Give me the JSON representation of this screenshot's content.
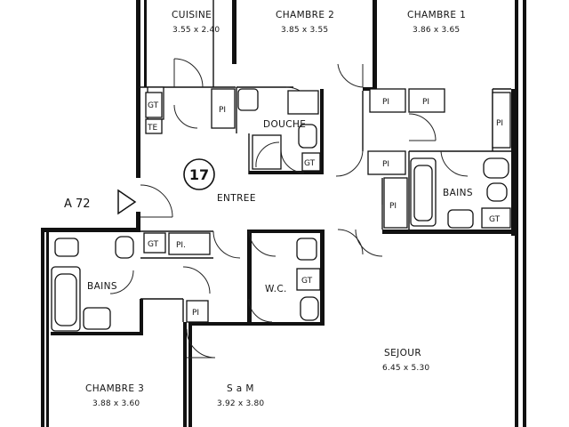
{
  "rooms": {
    "cuisine": {
      "name": "CUISINE",
      "dim": "3.55 x 2.40"
    },
    "chambre2": {
      "name": "CHAMBRE 2",
      "dim": "3.85 x 3.55"
    },
    "chambre1": {
      "name": "CHAMBRE 1",
      "dim": "3.86 x 3.65"
    },
    "douche": {
      "name": "DOUCHE"
    },
    "entree": {
      "name": "ENTREE"
    },
    "bains_right": {
      "name": "BAINS"
    },
    "bains_left": {
      "name": "BAINS"
    },
    "wc": {
      "name": "W.C."
    },
    "sejour": {
      "name": "SEJOUR",
      "dim": "6.45 x 5.30"
    },
    "chambre3": {
      "name": "CHAMBRE 3",
      "dim": "3.88 x 3.60"
    },
    "sam": {
      "name": "S a M",
      "dim": "3.92 x 3.80"
    }
  },
  "unit_number": "17",
  "entrance_label": "A 72",
  "fixtures": {
    "pl": "PI",
    "pl_dot": "PI.",
    "gt": "GT",
    "te": "TE"
  }
}
